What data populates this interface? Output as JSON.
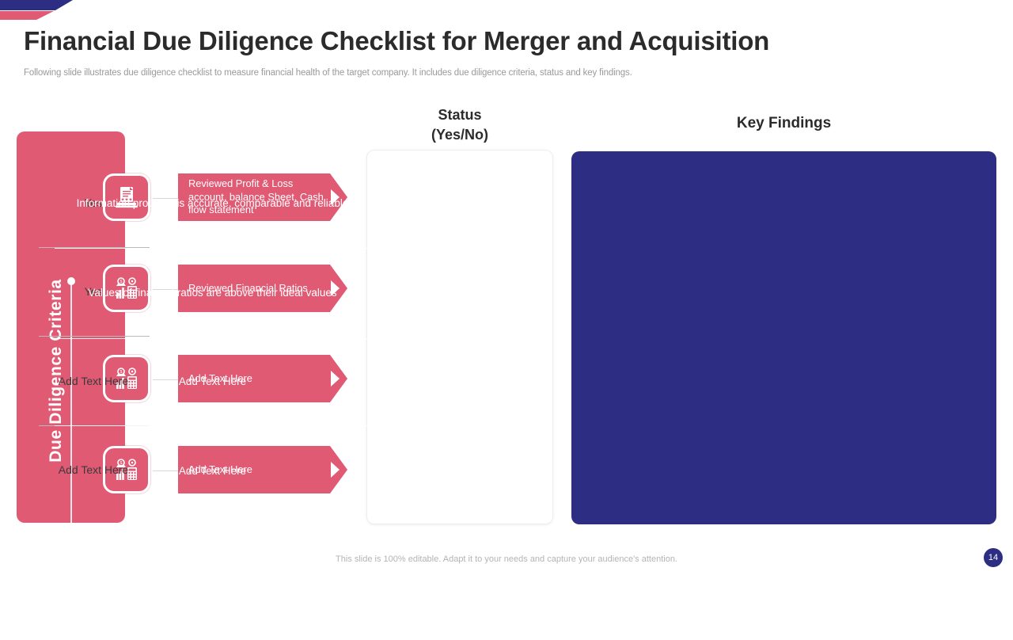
{
  "header": {
    "title": "Financial Due Diligence Checklist for Merger and Acquisition",
    "subtitle": "Following slide illustrates due diligence checklist to measure financial health of the target company. It includes due diligence criteria, status and key findings."
  },
  "criteria_panel": {
    "vertical_label": "Due Diligence Criteria",
    "color": "#e05a74"
  },
  "columns": {
    "status_header_line1": "Status",
    "status_header_line2": "(Yes/No)",
    "findings_header": "Key Findings"
  },
  "rows": [
    {
      "icon": "report-document-icon",
      "criteria": "Reviewed Profit & Loss account, balance Sheet, Cash flow statement",
      "status": "Yes",
      "finding": "Information provided is accurate, comparable and reliable"
    },
    {
      "icon": "financial-chart-calculator-icon",
      "criteria": "Reviewed Financial Ratios",
      "status": "Yes",
      "finding": "Values of financial ratios are above their ideal values"
    },
    {
      "icon": "financial-chart-calculator-icon",
      "criteria": "Add Text Here",
      "status": "Add Text Here",
      "finding": "Add Text Here"
    },
    {
      "icon": "financial-chart-calculator-icon",
      "criteria": "Add Text Here",
      "status": "Add Text Here",
      "finding": "Add Text Here"
    }
  ],
  "footer": {
    "note": "This slide is 100% editable. Adapt it to your needs and capture your audience's attention.",
    "page_number": "14"
  },
  "theme": {
    "pink": "#e05a74",
    "navy": "#2e2d84",
    "title_color": "#2b2b2b"
  }
}
